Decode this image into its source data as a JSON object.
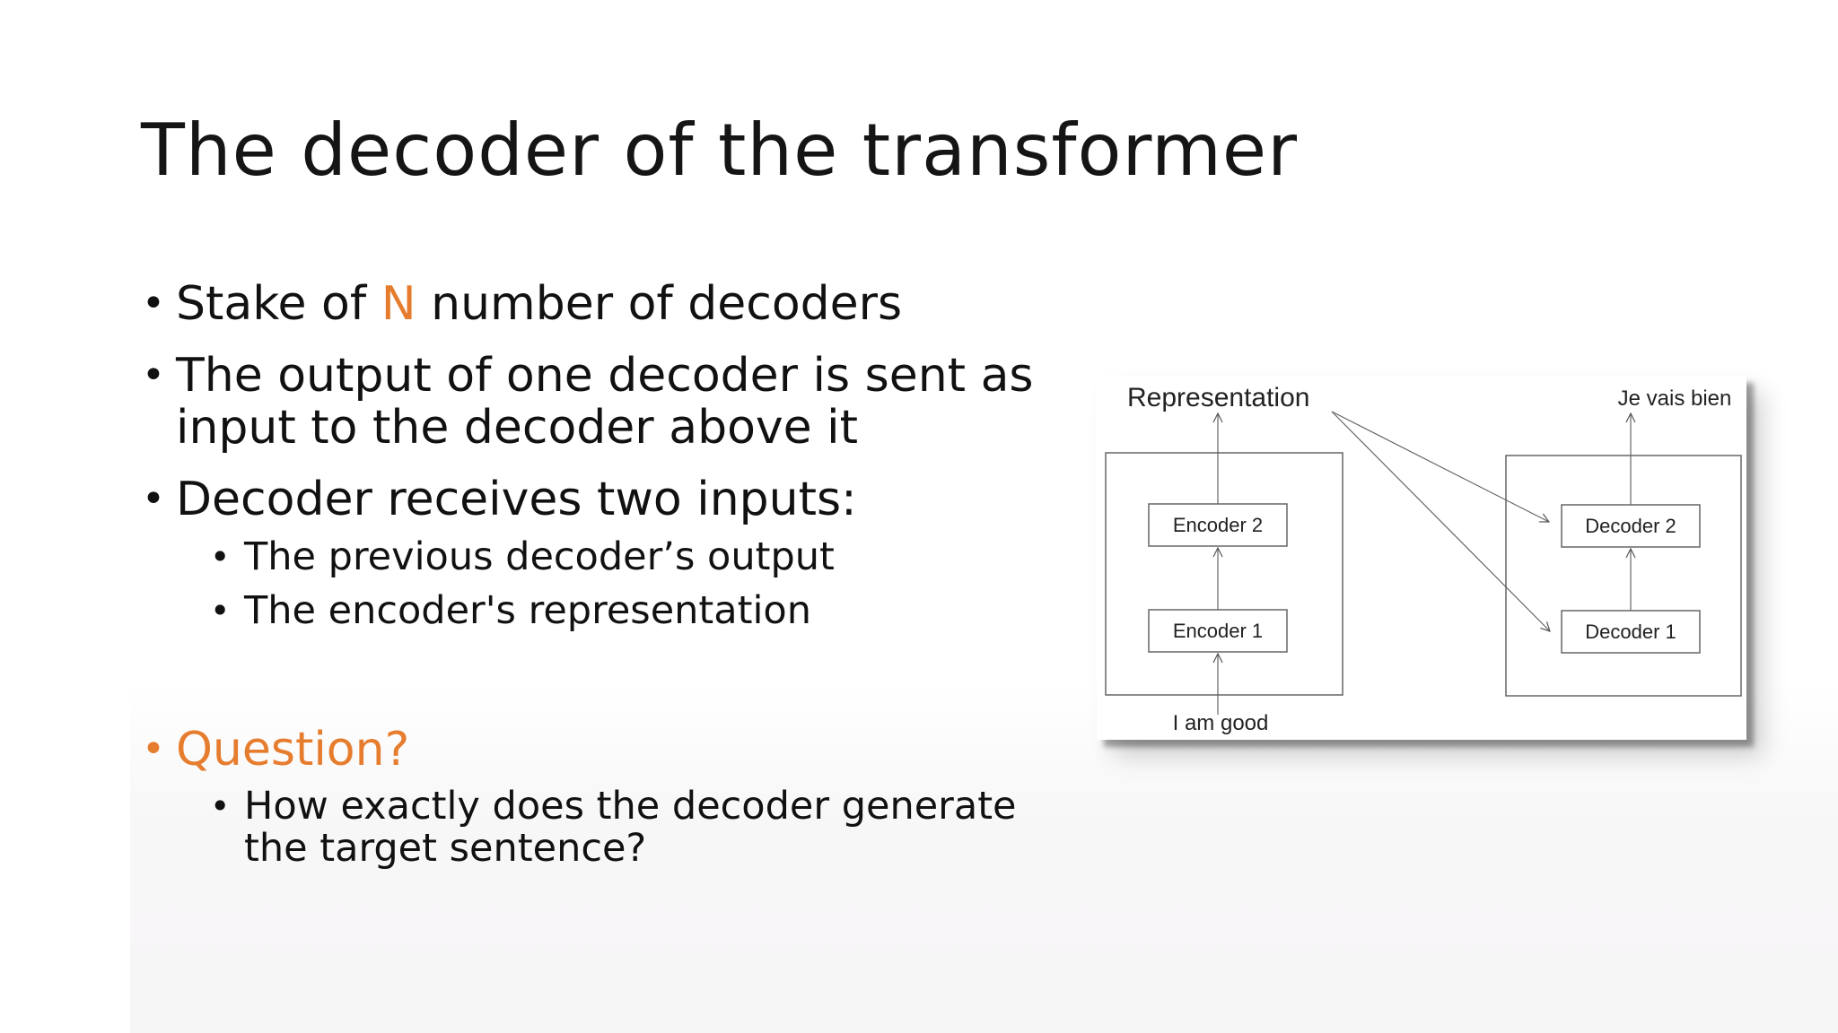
{
  "slide": {
    "title": "The decoder of the transformer",
    "bullets": {
      "b1_pre": "Stake of ",
      "b1_accent": "N",
      "b1_post": " number of decoders",
      "b2_line1": "The output of one decoder is sent as",
      "b2_line2": "input to the decoder above it",
      "b3": "Decoder receives two inputs:",
      "b3_sub1": "The previous decoder’s output",
      "b3_sub2": "The encoder's representation",
      "question": "Question?",
      "question_sub_line1": "How exactly does the decoder generate",
      "question_sub_line2": "the target sentence?"
    },
    "bullet_glyph": "•",
    "accent_color": "#e67d2e"
  },
  "diagram": {
    "representation_label": "Representation",
    "output_label": "Je vais bien",
    "input_label": "I am good",
    "encoder2": "Encoder 2",
    "encoder1": "Encoder 1",
    "decoder2": "Decoder 2",
    "decoder1": "Decoder 1"
  }
}
